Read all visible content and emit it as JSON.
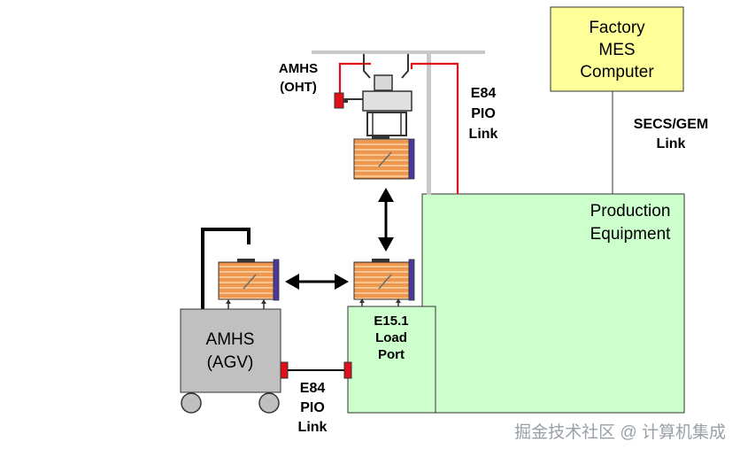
{
  "labels": {
    "factory_line1": "Factory",
    "factory_line2": "MES",
    "factory_line3": "Computer",
    "secs_line1": "SECS/GEM",
    "secs_line2": "Link",
    "e84_top_line1": "E84",
    "e84_top_line2": "PIO",
    "e84_top_line3": "Link",
    "amhs_oht_line1": "AMHS",
    "amhs_oht_line2": "(OHT)",
    "production_line1": "Production",
    "production_line2": "Equipment",
    "loadport_line1": "E15.1",
    "loadport_line2": "Load",
    "loadport_line3": "Port",
    "agv_line1": "AMHS",
    "agv_line2": "(AGV)",
    "e84_bottom_line1": "E84",
    "e84_bottom_line2": "PIO",
    "e84_bottom_line3": "Link",
    "watermark": "掘金技术社区 @ 计算机集成"
  },
  "colors": {
    "mes_fill": "#ffff99",
    "equipment_fill": "#ccffcc",
    "agv_fill": "#c0c0c0",
    "pio_link": "#e0101a",
    "carrier_fill": "#f7a85c",
    "carrier_side": "#4b3a9c",
    "rail": "#c8c8c8"
  }
}
